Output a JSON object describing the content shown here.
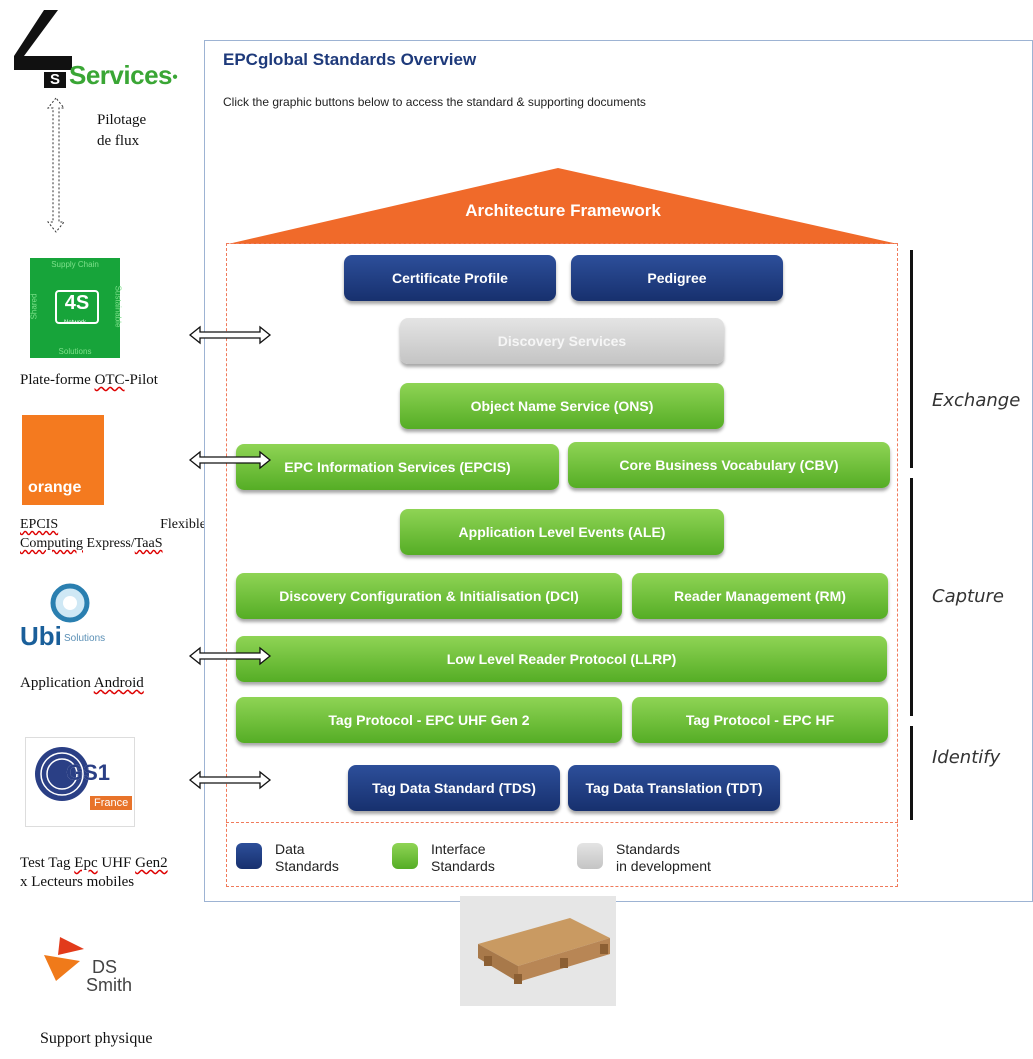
{
  "left": {
    "logo_4s": {
      "letters": "S",
      "services": "Services"
    },
    "flux_label_1": "Pilotage",
    "flux_label_2": "de flux",
    "network_logo": {
      "top": "Supply Chain",
      "center": "4S",
      "sub": "Network",
      "bottom": "Solutions",
      "side_left": "Shared",
      "side_right": "Sustainable"
    },
    "platform_label_1": "Plate-forme ",
    "platform_label_2": "OTC",
    "platform_label_3": "-Pilot",
    "orange_logo": "orange",
    "epcis_label_1": "EPCIS",
    "epcis_label_2": "Flexible",
    "epcis_label_3": "Computing",
    "epcis_label_4": " Express/",
    "epcis_label_5": "TaaS",
    "ubi_logo": {
      "main": "Ubi",
      "sub": "Solutions"
    },
    "android_label_1": "Application ",
    "android_label_2": "Android",
    "gs1_logo": {
      "main": "GS1",
      "sub": "France"
    },
    "test_label_1": "Test Tag ",
    "test_label_2": "Epc",
    "test_label_3": " UHF ",
    "test_label_4": "Gen2",
    "test_label_5": "x Lecteurs mobiles",
    "ds_logo": {
      "line1": "DS",
      "line2": "Smith"
    },
    "support_label": "Support physique"
  },
  "panel": {
    "title": "EPCglobal Standards Overview",
    "subtitle": "Click the graphic buttons below to access the standard & supporting documents",
    "roof": "Architecture Framework",
    "buttons": {
      "certificate": "Certificate Profile",
      "pedigree": "Pedigree",
      "discovery": "Discovery Services",
      "ons": "Object Name Service (ONS)",
      "epcis": "EPC Information Services (EPCIS)",
      "cbv": "Core Business Vocabulary (CBV)",
      "ale": "Application Level Events (ALE)",
      "dci": "Discovery Configuration & Initialisation (DCI)",
      "rm": "Reader Management (RM)",
      "llrp": "Low Level Reader Protocol (LLRP)",
      "uhf": "Tag Protocol - EPC UHF Gen 2",
      "hf": "Tag Protocol - EPC HF",
      "tds": "Tag Data Standard (TDS)",
      "tdt": "Tag Data Translation (TDT)"
    },
    "layers": {
      "exchange": "Exchange",
      "capture": "Capture",
      "identify": "Identify"
    },
    "legend": {
      "data_1": "Data",
      "data_2": "Standards",
      "interface_1": "Interface",
      "interface_2": "Standards",
      "dev_1": "Standards",
      "dev_2": "in development"
    }
  },
  "colors": {
    "navy": "#1f3d82",
    "green": "#6cc036",
    "gray": "#d4d4d4",
    "roof": "#f06a2a"
  }
}
